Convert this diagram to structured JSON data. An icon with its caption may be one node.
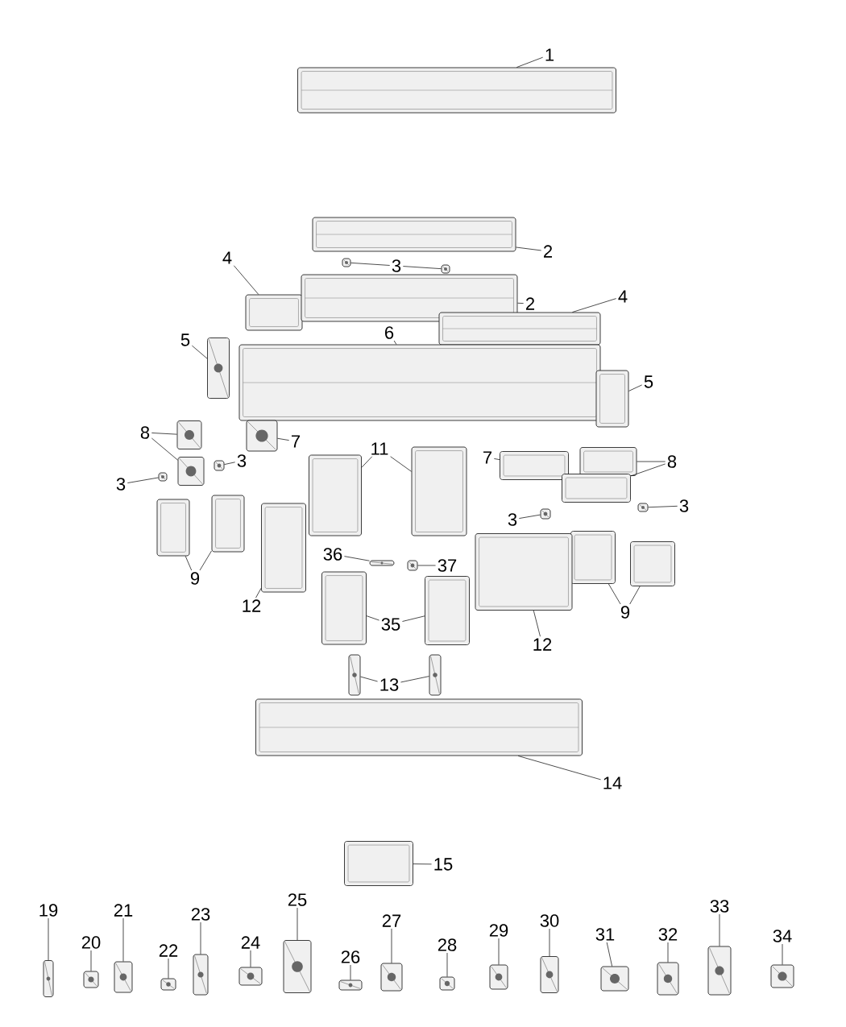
{
  "diagram": {
    "nodes": [
      {
        "text": [
          "1"
        ]
      },
      {
        "text": [],
        "shape": "picture"
      },
      {
        "text": [
          "2"
        ]
      },
      {
        "text": [],
        "shape": "picture"
      },
      {
        "text": [
          "3"
        ]
      },
      {
        "text": [],
        "shape": "picture"
      },
      {
        "text": [],
        "shape": "picture"
      },
      {
        "text": [
          "4"
        ]
      },
      {
        "text": [],
        "shape": "picture"
      },
      {
        "text": [
          "2"
        ]
      },
      {
        "text": [],
        "shape": "picture"
      },
      {
        "text": [
          "4"
        ]
      },
      {
        "text": [],
        "shape": "picture"
      },
      {
        "text": [
          "5"
        ]
      },
      {
        "text": [],
        "shape": "picture"
      },
      {
        "text": [
          "6"
        ]
      },
      {
        "text": [],
        "shape": "picture"
      },
      {
        "text": [
          "5"
        ]
      },
      {
        "text": [],
        "shape": "picture"
      },
      {
        "text": [
          "8"
        ]
      },
      {
        "text": [],
        "shape": "picture"
      },
      {
        "text": [],
        "shape": "picture"
      },
      {
        "text": [
          "7"
        ]
      },
      {
        "text": [],
        "shape": "picture"
      },
      {
        "text": [
          "11"
        ]
      },
      {
        "text": [],
        "shape": "picture"
      },
      {
        "text": [],
        "shape": "picture"
      },
      {
        "text": [
          "7"
        ]
      },
      {
        "text": [],
        "shape": "picture"
      },
      {
        "text": [
          "8"
        ]
      },
      {
        "text": [],
        "shape": "picture"
      },
      {
        "text": [],
        "shape": "picture"
      },
      {
        "text": [
          "3"
        ]
      },
      {
        "text": [],
        "shape": "picture"
      },
      {
        "text": [
          "3"
        ]
      },
      {
        "text": [],
        "shape": "picture"
      },
      {
        "text": [
          "3"
        ]
      },
      {
        "text": [],
        "shape": "picture"
      },
      {
        "text": [
          "3"
        ]
      },
      {
        "text": [],
        "shape": "picture"
      },
      {
        "text": [
          "9"
        ]
      },
      {
        "text": [],
        "shape": "picture"
      },
      {
        "text": [],
        "shape": "picture"
      },
      {
        "text": [
          "9"
        ]
      },
      {
        "text": [],
        "shape": "picture"
      },
      {
        "text": [],
        "shape": "picture"
      },
      {
        "text": [
          "12"
        ]
      },
      {
        "text": [],
        "shape": "picture"
      },
      {
        "text": [
          "12"
        ]
      },
      {
        "text": [],
        "shape": "picture"
      },
      {
        "text": [
          "36"
        ]
      },
      {
        "text": [],
        "shape": "picture"
      },
      {
        "text": [
          "37"
        ]
      },
      {
        "text": [],
        "shape": "picture"
      },
      {
        "text": [
          "35"
        ]
      },
      {
        "text": [],
        "shape": "picture"
      },
      {
        "text": [],
        "shape": "picture"
      },
      {
        "text": [
          "13"
        ]
      },
      {
        "text": [],
        "shape": "picture"
      },
      {
        "text": [],
        "shape": "picture"
      },
      {
        "text": [
          "14"
        ]
      },
      {
        "text": [],
        "shape": "picture"
      },
      {
        "text": [
          "15"
        ]
      },
      {
        "text": [],
        "shape": "picture"
      },
      {
        "text": [
          "19"
        ]
      },
      {
        "text": [],
        "shape": "picture"
      },
      {
        "text": [
          "20"
        ]
      },
      {
        "text": [],
        "shape": "picture"
      },
      {
        "text": [
          "21"
        ]
      },
      {
        "text": [],
        "shape": "picture"
      },
      {
        "text": [
          "22"
        ]
      },
      {
        "text": [],
        "shape": "picture"
      },
      {
        "text": [
          "23"
        ]
      },
      {
        "text": [],
        "shape": "picture"
      },
      {
        "text": [
          "24"
        ]
      },
      {
        "text": [],
        "shape": "picture"
      },
      {
        "text": [
          "25"
        ]
      },
      {
        "text": [],
        "shape": "picture"
      },
      {
        "text": [
          "26"
        ]
      },
      {
        "text": [],
        "shape": "picture"
      },
      {
        "text": [
          "27"
        ]
      },
      {
        "text": [],
        "shape": "picture"
      },
      {
        "text": [
          "28"
        ]
      },
      {
        "text": [],
        "shape": "picture"
      },
      {
        "text": [
          "29"
        ]
      },
      {
        "text": [],
        "shape": "picture"
      },
      {
        "text": [
          "30"
        ]
      },
      {
        "text": [],
        "shape": "picture"
      },
      {
        "text": [
          "31"
        ]
      },
      {
        "text": [],
        "shape": "picture"
      },
      {
        "text": [
          "32"
        ]
      },
      {
        "text": [],
        "shape": "picture"
      },
      {
        "text": [
          "33"
        ]
      },
      {
        "text": [],
        "shape": "picture"
      },
      {
        "text": [
          "34"
        ]
      },
      {
        "text": [],
        "shape": "picture"
      }
    ],
    "edges": [
      {
        "from": 0,
        "to": 1,
        "arrow": "none"
      },
      {
        "from": 2,
        "to": 3,
        "arrow": "none"
      },
      {
        "from": 4,
        "to": 5,
        "arrow": "none"
      },
      {
        "from": 4,
        "to": 6,
        "arrow": "none"
      },
      {
        "from": 7,
        "to": 8,
        "arrow": "none"
      },
      {
        "from": 9,
        "to": 10,
        "arrow": "none"
      },
      {
        "from": 11,
        "to": 12,
        "arrow": "none"
      },
      {
        "from": 13,
        "to": 14,
        "arrow": "none"
      },
      {
        "from": 15,
        "to": 16,
        "arrow": "none"
      },
      {
        "from": 17,
        "to": 18,
        "arrow": "none"
      },
      {
        "from": 19,
        "to": 20,
        "arrow": "none"
      },
      {
        "from": 19,
        "to": 21,
        "arrow": "none"
      },
      {
        "from": 22,
        "to": 23,
        "arrow": "none"
      },
      {
        "from": 24,
        "to": 25,
        "arrow": "none"
      },
      {
        "from": 24,
        "to": 26,
        "arrow": "none"
      },
      {
        "from": 27,
        "to": 28,
        "arrow": "none"
      },
      {
        "from": 29,
        "to": 30,
        "arrow": "none"
      },
      {
        "from": 29,
        "to": 31,
        "arrow": "none"
      },
      {
        "from": 32,
        "to": 33,
        "arrow": "none"
      },
      {
        "from": 34,
        "to": 35,
        "arrow": "none"
      },
      {
        "from": 36,
        "to": 37,
        "arrow": "none"
      },
      {
        "from": 38,
        "to": 39,
        "arrow": "none"
      },
      {
        "from": 40,
        "to": 41,
        "arrow": "none"
      },
      {
        "from": 40,
        "to": 42,
        "arrow": "none"
      },
      {
        "from": 43,
        "to": 44,
        "arrow": "none"
      },
      {
        "from": 43,
        "to": 45,
        "arrow": "none"
      },
      {
        "from": 46,
        "to": 47,
        "arrow": "none"
      },
      {
        "from": 48,
        "to": 49,
        "arrow": "none"
      },
      {
        "from": 50,
        "to": 51,
        "arrow": "none"
      },
      {
        "from": 52,
        "to": 53,
        "arrow": "none"
      },
      {
        "from": 54,
        "to": 55,
        "arrow": "none"
      },
      {
        "from": 54,
        "to": 56,
        "arrow": "none"
      },
      {
        "from": 57,
        "to": 58,
        "arrow": "none"
      },
      {
        "from": 57,
        "to": 59,
        "arrow": "none"
      },
      {
        "from": 60,
        "to": 61,
        "arrow": "none"
      },
      {
        "from": 62,
        "to": 63,
        "arrow": "none"
      },
      {
        "from": 64,
        "to": 65,
        "arrow": "none"
      },
      {
        "from": 66,
        "to": 67,
        "arrow": "none"
      },
      {
        "from": 68,
        "to": 69,
        "arrow": "none"
      },
      {
        "from": 70,
        "to": 71,
        "arrow": "none"
      },
      {
        "from": 72,
        "to": 73,
        "arrow": "none"
      },
      {
        "from": 74,
        "to": 75,
        "arrow": "none"
      },
      {
        "from": 76,
        "to": 77,
        "arrow": "none"
      },
      {
        "from": 78,
        "to": 79,
        "arrow": "none"
      },
      {
        "from": 80,
        "to": 81,
        "arrow": "none"
      },
      {
        "from": 82,
        "to": 83,
        "arrow": "none"
      },
      {
        "from": 84,
        "to": 85,
        "arrow": "none"
      },
      {
        "from": 86,
        "to": 87,
        "arrow": "none"
      },
      {
        "from": 88,
        "to": 89,
        "arrow": "none"
      },
      {
        "from": 90,
        "to": 91,
        "arrow": "none"
      },
      {
        "from": 92,
        "to": 93,
        "arrow": "none"
      },
      {
        "from": 94,
        "to": 95,
        "arrow": "none"
      }
    ]
  }
}
